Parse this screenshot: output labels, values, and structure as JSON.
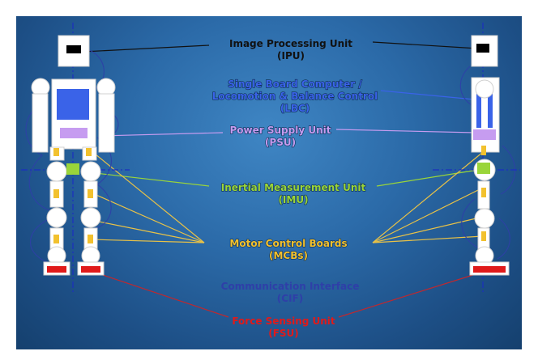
{
  "colors": {
    "background": "#2b6aa8",
    "ipu": "#000000",
    "lbc": "#3a63e8",
    "psu": "#c69cf0",
    "imu": "#9ad53a",
    "mcb": "#f2c12e",
    "cif": "#2f3fa8",
    "fsu": "#e01a1a",
    "axis": "#1b2fc0"
  },
  "labels": {
    "ipu": {
      "line1": "Image Processing Unit",
      "line2": "(IPU)"
    },
    "lbc": {
      "line1": "Single Board Computer /",
      "line2": "Locomotion & Balance Control",
      "line3": "(LBC)"
    },
    "psu": {
      "line1": "Power Supply Unit",
      "line2": "(PSU)"
    },
    "imu": {
      "line1": "Inertial Measurement Unit",
      "line2": "(IMU)"
    },
    "mcb": {
      "line1": "Motor Control Boards",
      "line2": "(MCBs)"
    },
    "cif": {
      "line1": "Communication Interface",
      "line2": "(CIF)"
    },
    "fsu": {
      "line1": "Force Sensing Unit",
      "line2": "(FSU)"
    }
  }
}
